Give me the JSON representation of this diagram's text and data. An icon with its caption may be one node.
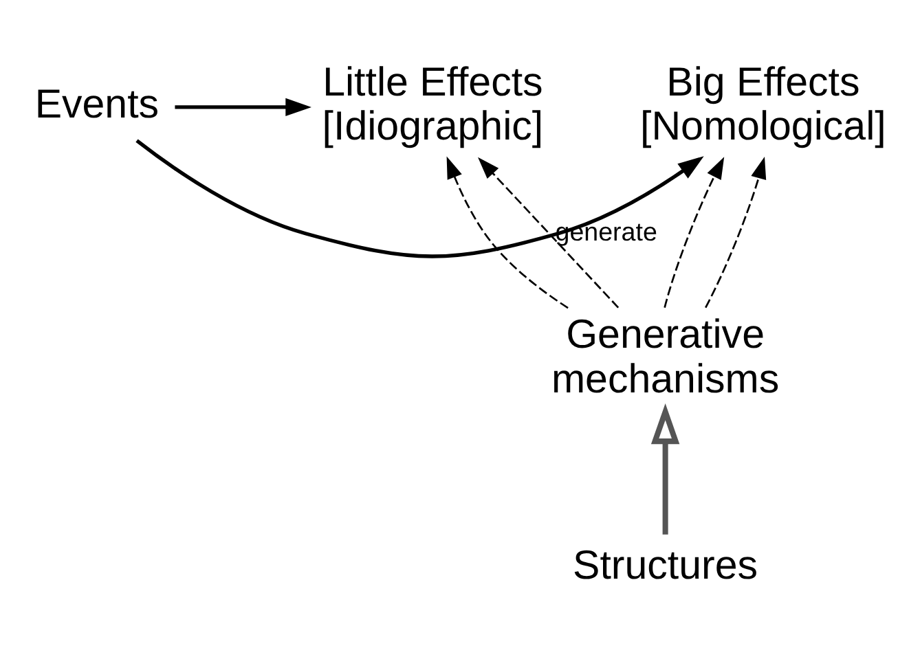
{
  "diagram": {
    "nodes": [
      {
        "text": [
          "Little Effects [Idiographic]"
        ]
      },
      {
        "text": [
          "Big Effects [Nomological]"
        ]
      },
      {
        "text": [
          "Events"
        ]
      },
      {
        "text": [
          "Generative mechanisms"
        ]
      },
      {
        "text": [
          "Structures"
        ]
      }
    ],
    "edges": [
      {
        "from": 2,
        "to": 0,
        "arrow": "to"
      },
      {
        "from": 2,
        "to": 1,
        "arrow": "to"
      },
      {
        "from": 3,
        "to": 0,
        "arrow": "to",
        "style": "dashed"
      },
      {
        "from": 3,
        "to": 0,
        "arrow": "to",
        "style": "dashed",
        "label": "generate"
      },
      {
        "from": 3,
        "to": 1,
        "arrow": "to",
        "style": "dashed"
      },
      {
        "from": 3,
        "to": 1,
        "arrow": "to",
        "style": "dashed"
      },
      {
        "from": 4,
        "to": 3,
        "arrow": "to",
        "style": "thick"
      }
    ]
  }
}
